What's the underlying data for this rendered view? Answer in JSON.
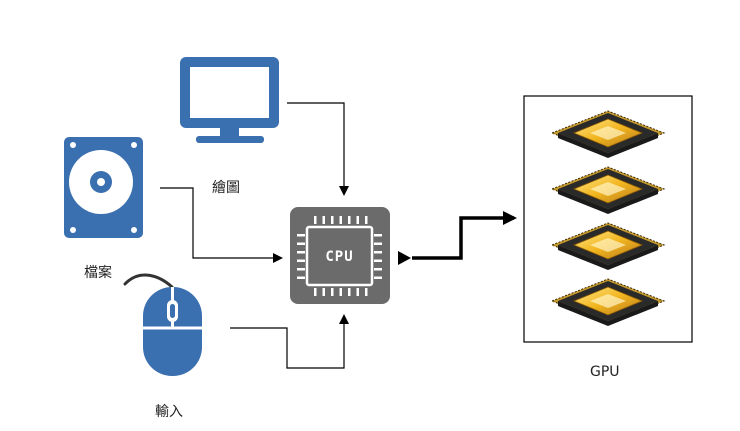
{
  "labels": {
    "monitor": "繪圖",
    "disk": "檔案",
    "mouse": "輸入",
    "gpu": "GPU",
    "cpu": "CPU"
  },
  "colors": {
    "device_blue": "#3a6fb0",
    "cpu_gray": "#6b6b6b",
    "arrow": "#000000",
    "chip_gold": "#f2b51e",
    "chip_dark": "#1a1a1a"
  },
  "icons": {
    "monitor": "monitor-icon",
    "disk": "hard-disk-icon",
    "mouse": "mouse-icon",
    "cpu": "cpu-chip-icon",
    "gpu": "gpu-chip-icon"
  },
  "gpu_chip_count": 4
}
